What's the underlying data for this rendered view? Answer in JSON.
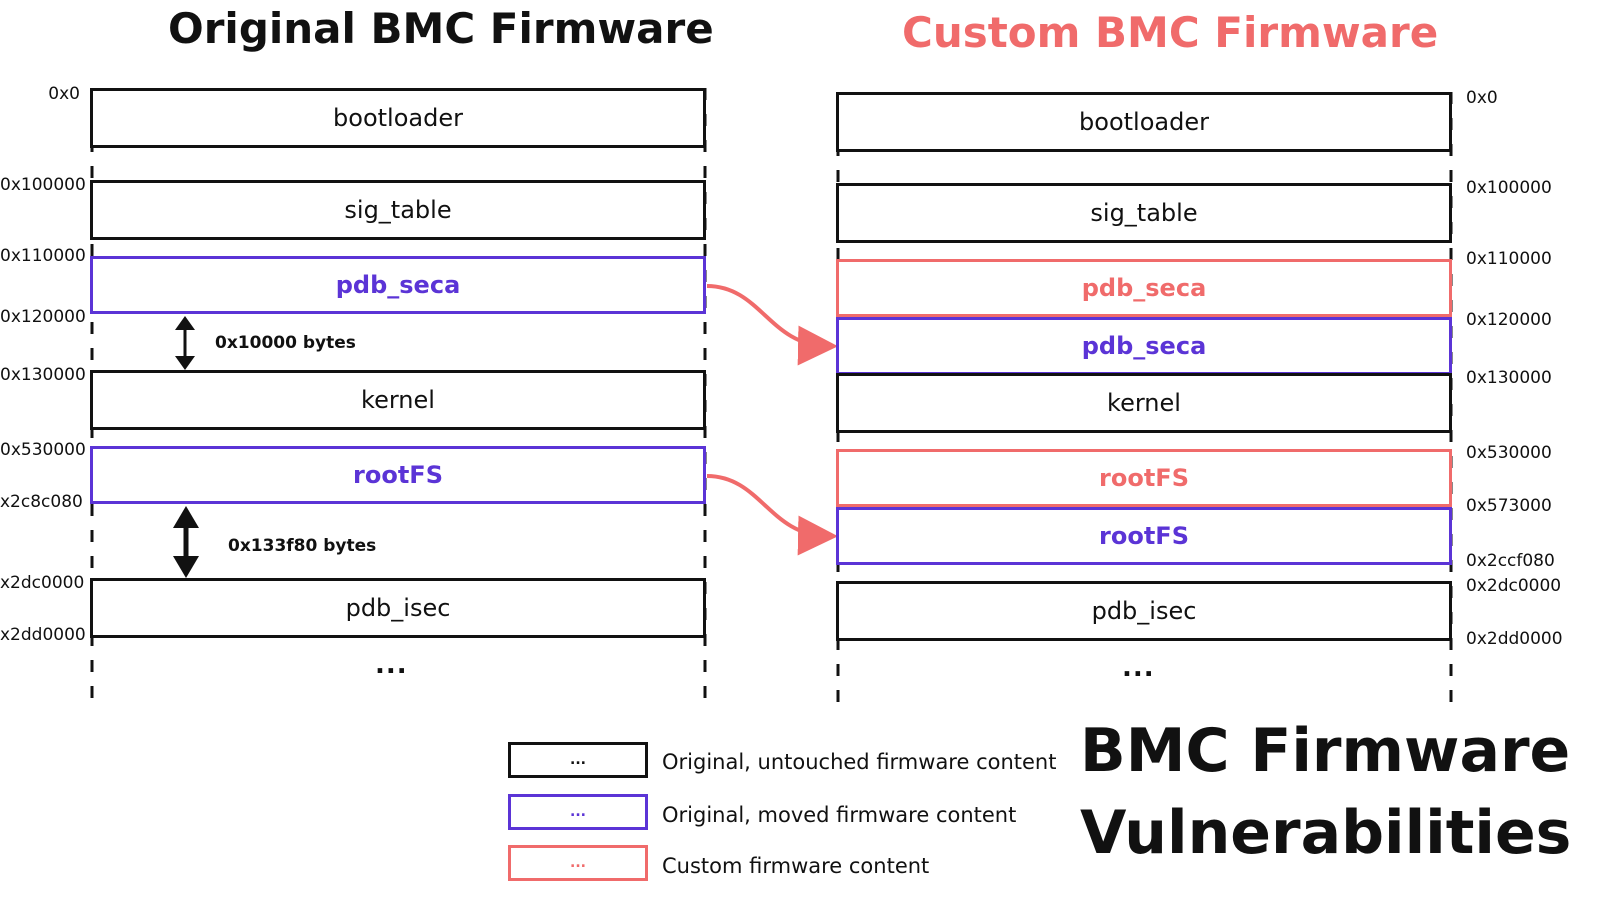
{
  "left_title": "Original BMC Firmware",
  "right_title": "Custom BMC Firmware",
  "colors": {
    "original": "#111111",
    "moved": "#5b34d6",
    "custom": "#f06b6b"
  },
  "left": {
    "blocks": {
      "bootloader": "bootloader",
      "sig_table": "sig_table",
      "pdb_seca": "pdb_seca",
      "kernel": "kernel",
      "rootfs": "rootFS",
      "pdb_isec": "pdb_isec"
    },
    "addresses": [
      "0x0",
      "0x100000",
      "0x110000",
      "0x120000",
      "0x130000",
      "0x530000",
      "x2c8c080",
      "x2dc0000",
      "x2dd0000"
    ],
    "gap1_label": "0x10000 bytes",
    "gap2_label": "0x133f80 bytes",
    "ellipsis": "..."
  },
  "right": {
    "blocks": {
      "bootloader": "bootloader",
      "sig_table": "sig_table",
      "pdb_seca_custom": "pdb_seca",
      "pdb_seca_moved": "pdb_seca",
      "kernel": "kernel",
      "rootfs_custom": "rootFS",
      "rootfs_moved": "rootFS",
      "pdb_isec": "pdb_isec"
    },
    "addresses": [
      "0x0",
      "0x100000",
      "0x110000",
      "0x120000",
      "0x130000",
      "0x530000",
      "0x573000",
      "0x2ccf080",
      "0x2dc0000",
      "0x2dd0000"
    ],
    "ellipsis": "..."
  },
  "legend": [
    {
      "box": "...",
      "text": "Original, untouched firmware content"
    },
    {
      "box": "...",
      "text": "Original, moved firmware content"
    },
    {
      "box": "...",
      "text": "Custom firmware content"
    }
  ],
  "headline": {
    "line1": "BMC Firmware",
    "line2": "Vulnerabilities"
  }
}
